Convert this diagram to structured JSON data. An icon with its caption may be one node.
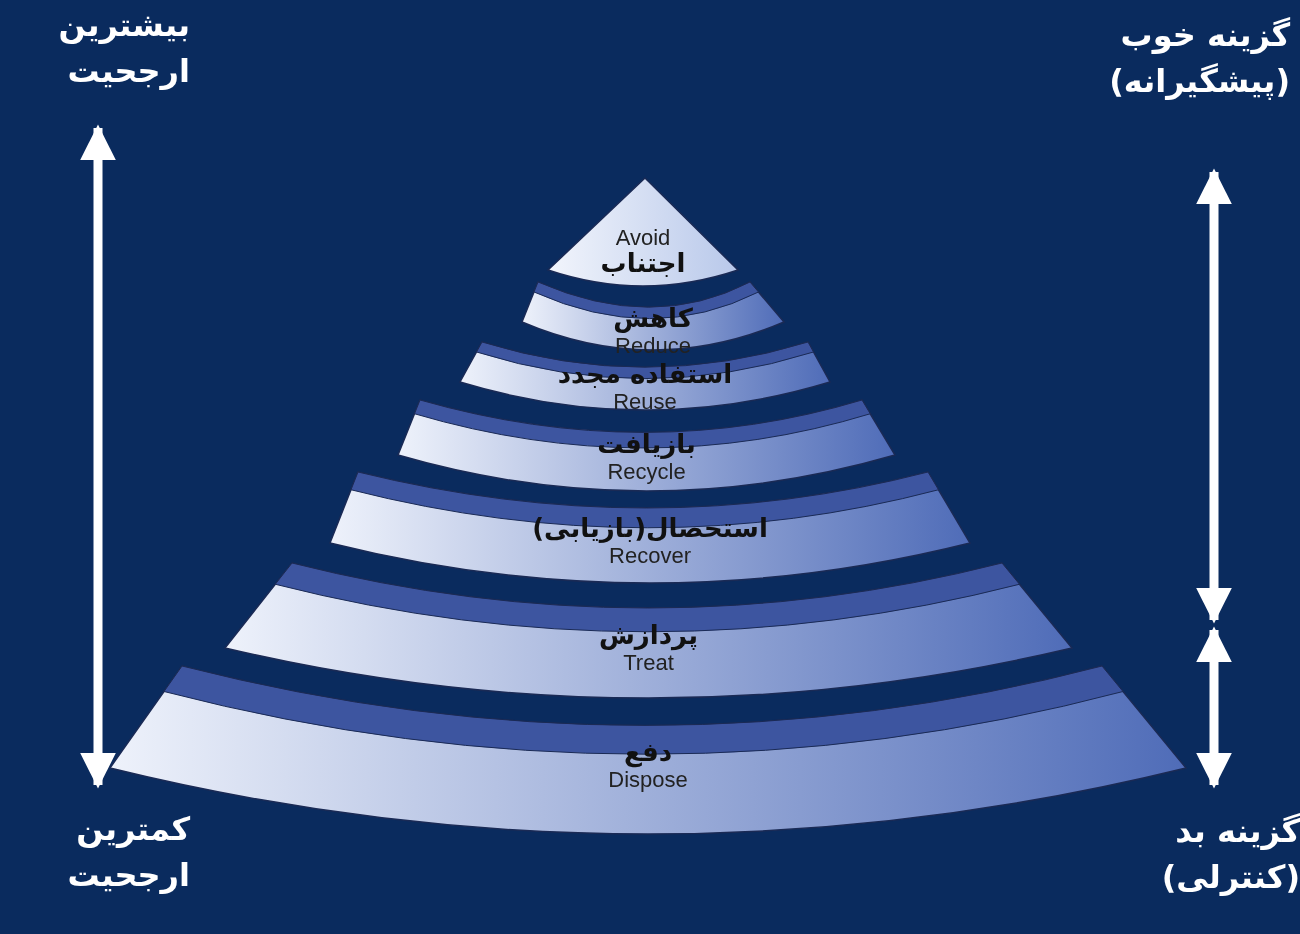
{
  "diagram": {
    "nodes": [
      {
        "text": [
          "Avoid",
          "اجتناب"
        ]
      },
      {
        "text": [
          "کاهش",
          "Reduce"
        ]
      },
      {
        "text": [
          "استفاده مجدد",
          "Reuse"
        ]
      },
      {
        "text": [
          "بازیافت",
          "Recycle"
        ]
      },
      {
        "text": [
          "استحصال(بازیابی)",
          "Recover"
        ]
      },
      {
        "text": [
          "پردازش",
          "Treat"
        ]
      },
      {
        "text": [
          "دفع",
          "Dispose"
        ]
      }
    ],
    "labels": [
      "بیشترین ارجحیت",
      "گزینه خوب (پیشگیرانه)",
      "کمترین ارجحیت",
      "گزینه بد (کنترلی)"
    ]
  }
}
